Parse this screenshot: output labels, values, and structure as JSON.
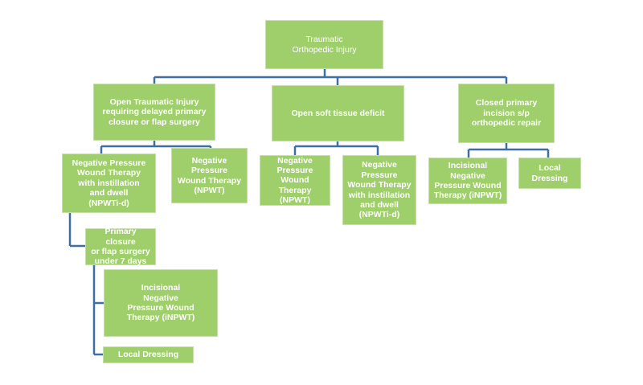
{
  "diagram": {
    "root": "Traumatic\nOrthopedic Injury",
    "branches": {
      "open_injury": "Open Traumatic Injury\nrequiring delayed primary\nclosure or flap surgery",
      "soft_tissue": "Open soft tissue deficit",
      "closed_incision": "Closed primary\nincision s/p\northopedic repair"
    },
    "leaves": {
      "open_injury_npwti_d": "Negative Pressure\nWound Therapy\nwith instillation\nand dwell\n(NPWTi-d)",
      "open_injury_npwt": "Negative\nPressure\nWound Therapy\n(NPWT)",
      "soft_tissue_npwt": "Negative\nPressure\nWound Therapy\n(NPWT)",
      "soft_tissue_npwti_d": "Negative\nPressure\nWound Therapy\nwith instillation\nand dwell\n(NPWTi-d)",
      "closed_inpwt": "Incisional\nNegative\nPressure Wound\nTherapy (iNPWT)",
      "closed_local_dressing": "Local\nDressing"
    },
    "subtree": {
      "primary_closure": "Primary closure\nor flap surgery\nunder 7 days",
      "inpwt": "Incisional\nNegative\nPressure Wound\nTherapy (iNPWT)",
      "local_dressing": "Local Dressing"
    },
    "colors": {
      "box_fill": "#9fcf6a",
      "connector": "#3f6ea2",
      "text": "#ffffff"
    }
  }
}
